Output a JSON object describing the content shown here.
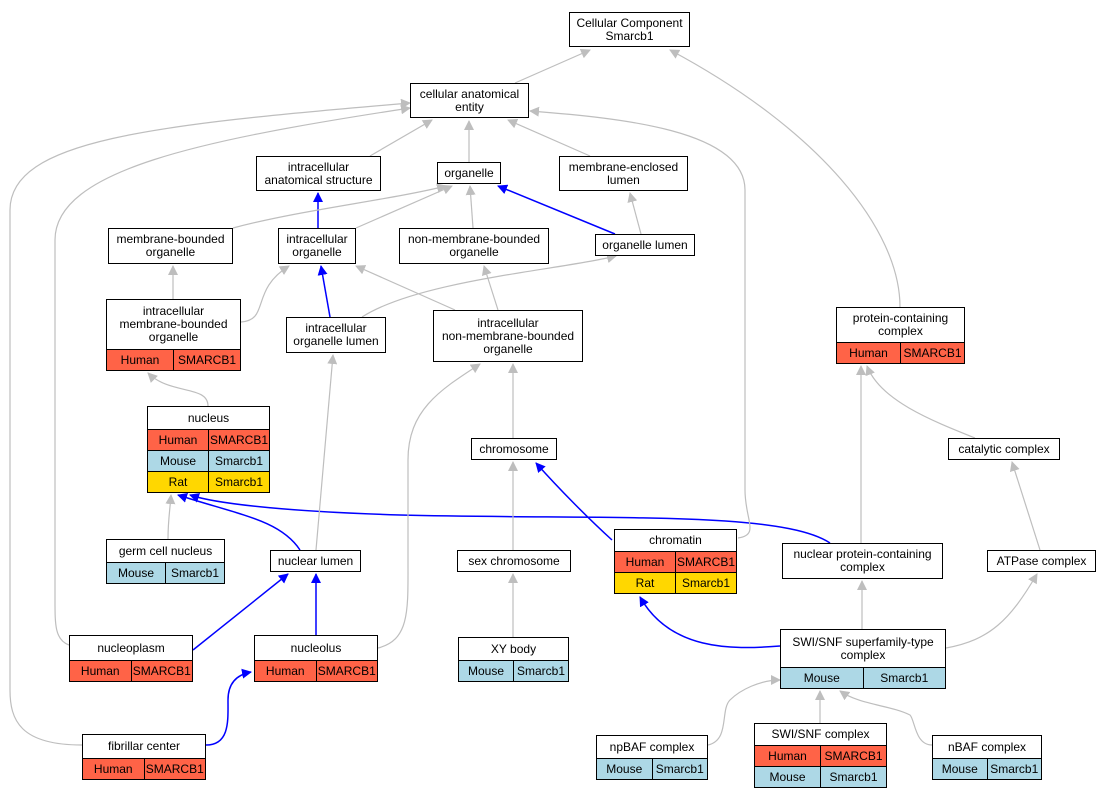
{
  "colors": {
    "human": "#ff6347",
    "mouse": "#add8e6",
    "rat": "#ffd700",
    "is_a_edge": "#bebebe",
    "part_of_edge": "#0000ff"
  },
  "nodes": {
    "cellular_component": {
      "label": "Cellular Component\nSmarcb1"
    },
    "cellular_anatomical_entity": {
      "label": "cellular anatomical\nentity"
    },
    "intracellular_anatomical_structure": {
      "label": "intracellular\nanatomical structure"
    },
    "organelle": {
      "label": "organelle"
    },
    "membrane_enclosed_lumen": {
      "label": "membrane-enclosed\nlumen"
    },
    "membrane_bounded_organelle": {
      "label": "membrane-bounded\norganelle"
    },
    "intracellular_organelle": {
      "label": "intracellular\norganelle"
    },
    "non_membrane_bounded_organelle": {
      "label": "non-membrane-bounded\norganelle"
    },
    "organelle_lumen": {
      "label": "organelle lumen"
    },
    "intracellular_membrane_bounded_organelle": {
      "label": "intracellular\nmembrane-bounded\norganelle",
      "rows": [
        {
          "species": "Human",
          "gene": "SMARCB1"
        }
      ]
    },
    "intracellular_organelle_lumen": {
      "label": "intracellular\norganelle lumen"
    },
    "intracellular_non_membrane_bounded_organelle": {
      "label": "intracellular\nnon-membrane-bounded\norganelle"
    },
    "protein_containing_complex": {
      "label": "protein-containing\ncomplex",
      "rows": [
        {
          "species": "Human",
          "gene": "SMARCB1"
        }
      ]
    },
    "nucleus": {
      "label": "nucleus",
      "rows": [
        {
          "species": "Human",
          "gene": "SMARCB1"
        },
        {
          "species": "Mouse",
          "gene": "Smarcb1"
        },
        {
          "species": "Rat",
          "gene": "Smarcb1"
        }
      ]
    },
    "chromosome": {
      "label": "chromosome"
    },
    "catalytic_complex": {
      "label": "catalytic complex"
    },
    "germ_cell_nucleus": {
      "label": "germ cell nucleus",
      "rows": [
        {
          "species": "Mouse",
          "gene": "Smarcb1"
        }
      ]
    },
    "nuclear_lumen": {
      "label": "nuclear lumen"
    },
    "sex_chromosome": {
      "label": "sex chromosome"
    },
    "chromatin": {
      "label": "chromatin",
      "rows": [
        {
          "species": "Human",
          "gene": "SMARCB1"
        },
        {
          "species": "Rat",
          "gene": "Smarcb1"
        }
      ]
    },
    "nuclear_protein_containing_complex": {
      "label": "nuclear protein-containing\ncomplex"
    },
    "atpase_complex": {
      "label": "ATPase complex"
    },
    "nucleoplasm": {
      "label": "nucleoplasm",
      "rows": [
        {
          "species": "Human",
          "gene": "SMARCB1"
        }
      ]
    },
    "nucleolus": {
      "label": "nucleolus",
      "rows": [
        {
          "species": "Human",
          "gene": "SMARCB1"
        }
      ]
    },
    "xy_body": {
      "label": "XY body",
      "rows": [
        {
          "species": "Mouse",
          "gene": "Smarcb1"
        }
      ]
    },
    "swi_snf_superfamily_type_complex": {
      "label": "SWI/SNF superfamily-type\ncomplex",
      "rows": [
        {
          "species": "Mouse",
          "gene": "Smarcb1"
        }
      ]
    },
    "fibrillar_center": {
      "label": "fibrillar center",
      "rows": [
        {
          "species": "Human",
          "gene": "SMARCB1"
        }
      ]
    },
    "npbaf_complex": {
      "label": "npBAF complex",
      "rows": [
        {
          "species": "Mouse",
          "gene": "Smarcb1"
        }
      ]
    },
    "swi_snf_complex": {
      "label": "SWI/SNF complex",
      "rows": [
        {
          "species": "Human",
          "gene": "SMARCB1"
        },
        {
          "species": "Mouse",
          "gene": "Smarcb1"
        }
      ]
    },
    "nbaf_complex": {
      "label": "nBAF complex",
      "rows": [
        {
          "species": "Mouse",
          "gene": "Smarcb1"
        }
      ]
    }
  },
  "edges": [
    {
      "from": "cellular_anatomical_entity",
      "to": "cellular_component",
      "type": "is_a"
    },
    {
      "from": "protein_containing_complex",
      "to": "cellular_component",
      "type": "is_a"
    },
    {
      "from": "intracellular_anatomical_structure",
      "to": "cellular_anatomical_entity",
      "type": "is_a"
    },
    {
      "from": "organelle",
      "to": "cellular_anatomical_entity",
      "type": "is_a"
    },
    {
      "from": "membrane_enclosed_lumen",
      "to": "cellular_anatomical_entity",
      "type": "is_a"
    },
    {
      "from": "intracellular_organelle",
      "to": "intracellular_anatomical_structure",
      "type": "part_of"
    },
    {
      "from": "membrane_bounded_organelle",
      "to": "organelle",
      "type": "is_a"
    },
    {
      "from": "intracellular_organelle",
      "to": "organelle",
      "type": "is_a"
    },
    {
      "from": "non_membrane_bounded_organelle",
      "to": "organelle",
      "type": "is_a"
    },
    {
      "from": "organelle_lumen",
      "to": "organelle",
      "type": "part_of"
    },
    {
      "from": "organelle_lumen",
      "to": "membrane_enclosed_lumen",
      "type": "is_a"
    },
    {
      "from": "intracellular_membrane_bounded_organelle",
      "to": "membrane_bounded_organelle",
      "type": "is_a"
    },
    {
      "from": "intracellular_membrane_bounded_organelle",
      "to": "intracellular_organelle",
      "type": "is_a"
    },
    {
      "from": "intracellular_organelle_lumen",
      "to": "intracellular_organelle",
      "type": "part_of"
    },
    {
      "from": "intracellular_organelle_lumen",
      "to": "organelle_lumen",
      "type": "is_a"
    },
    {
      "from": "intracellular_non_membrane_bounded_organelle",
      "to": "intracellular_organelle",
      "type": "is_a"
    },
    {
      "from": "intracellular_non_membrane_bounded_organelle",
      "to": "non_membrane_bounded_organelle",
      "type": "is_a"
    },
    {
      "from": "nucleus",
      "to": "intracellular_membrane_bounded_organelle",
      "type": "is_a"
    },
    {
      "from": "chromosome",
      "to": "intracellular_non_membrane_bounded_organelle",
      "type": "is_a"
    },
    {
      "from": "catalytic_complex",
      "to": "protein_containing_complex",
      "type": "is_a"
    },
    {
      "from": "nuclear_protein_containing_complex",
      "to": "protein_containing_complex",
      "type": "is_a"
    },
    {
      "from": "germ_cell_nucleus",
      "to": "nucleus",
      "type": "is_a"
    },
    {
      "from": "nuclear_lumen",
      "to": "nucleus",
      "type": "part_of"
    },
    {
      "from": "nuclear_protein_containing_complex",
      "to": "nucleus",
      "type": "part_of"
    },
    {
      "from": "nuclear_lumen",
      "to": "intracellular_organelle_lumen",
      "type": "is_a"
    },
    {
      "from": "sex_chromosome",
      "to": "chromosome",
      "type": "is_a"
    },
    {
      "from": "chromatin",
      "to": "chromosome",
      "type": "part_of"
    },
    {
      "from": "chromatin",
      "to": "cellular_anatomical_entity",
      "type": "is_a"
    },
    {
      "from": "atpase_complex",
      "to": "catalytic_complex",
      "type": "is_a"
    },
    {
      "from": "nucleoplasm",
      "to": "nuclear_lumen",
      "type": "part_of"
    },
    {
      "from": "nucleoplasm",
      "to": "cellular_anatomical_entity",
      "type": "is_a"
    },
    {
      "from": "nucleolus",
      "to": "nuclear_lumen",
      "type": "part_of"
    },
    {
      "from": "nucleolus",
      "to": "intracellular_non_membrane_bounded_organelle",
      "type": "is_a"
    },
    {
      "from": "xy_body",
      "to": "sex_chromosome",
      "type": "is_a"
    },
    {
      "from": "swi_snf_superfamily_type_complex",
      "to": "chromatin",
      "type": "part_of"
    },
    {
      "from": "swi_snf_superfamily_type_complex",
      "to": "nuclear_protein_containing_complex",
      "type": "is_a"
    },
    {
      "from": "swi_snf_superfamily_type_complex",
      "to": "atpase_complex",
      "type": "is_a"
    },
    {
      "from": "fibrillar_center",
      "to": "nucleolus",
      "type": "part_of"
    },
    {
      "from": "fibrillar_center",
      "to": "cellular_anatomical_entity",
      "type": "is_a"
    },
    {
      "from": "npbaf_complex",
      "to": "swi_snf_superfamily_type_complex",
      "type": "is_a"
    },
    {
      "from": "swi_snf_complex",
      "to": "swi_snf_superfamily_type_complex",
      "type": "is_a"
    },
    {
      "from": "nbaf_complex",
      "to": "swi_snf_superfamily_type_complex",
      "type": "is_a"
    }
  ]
}
